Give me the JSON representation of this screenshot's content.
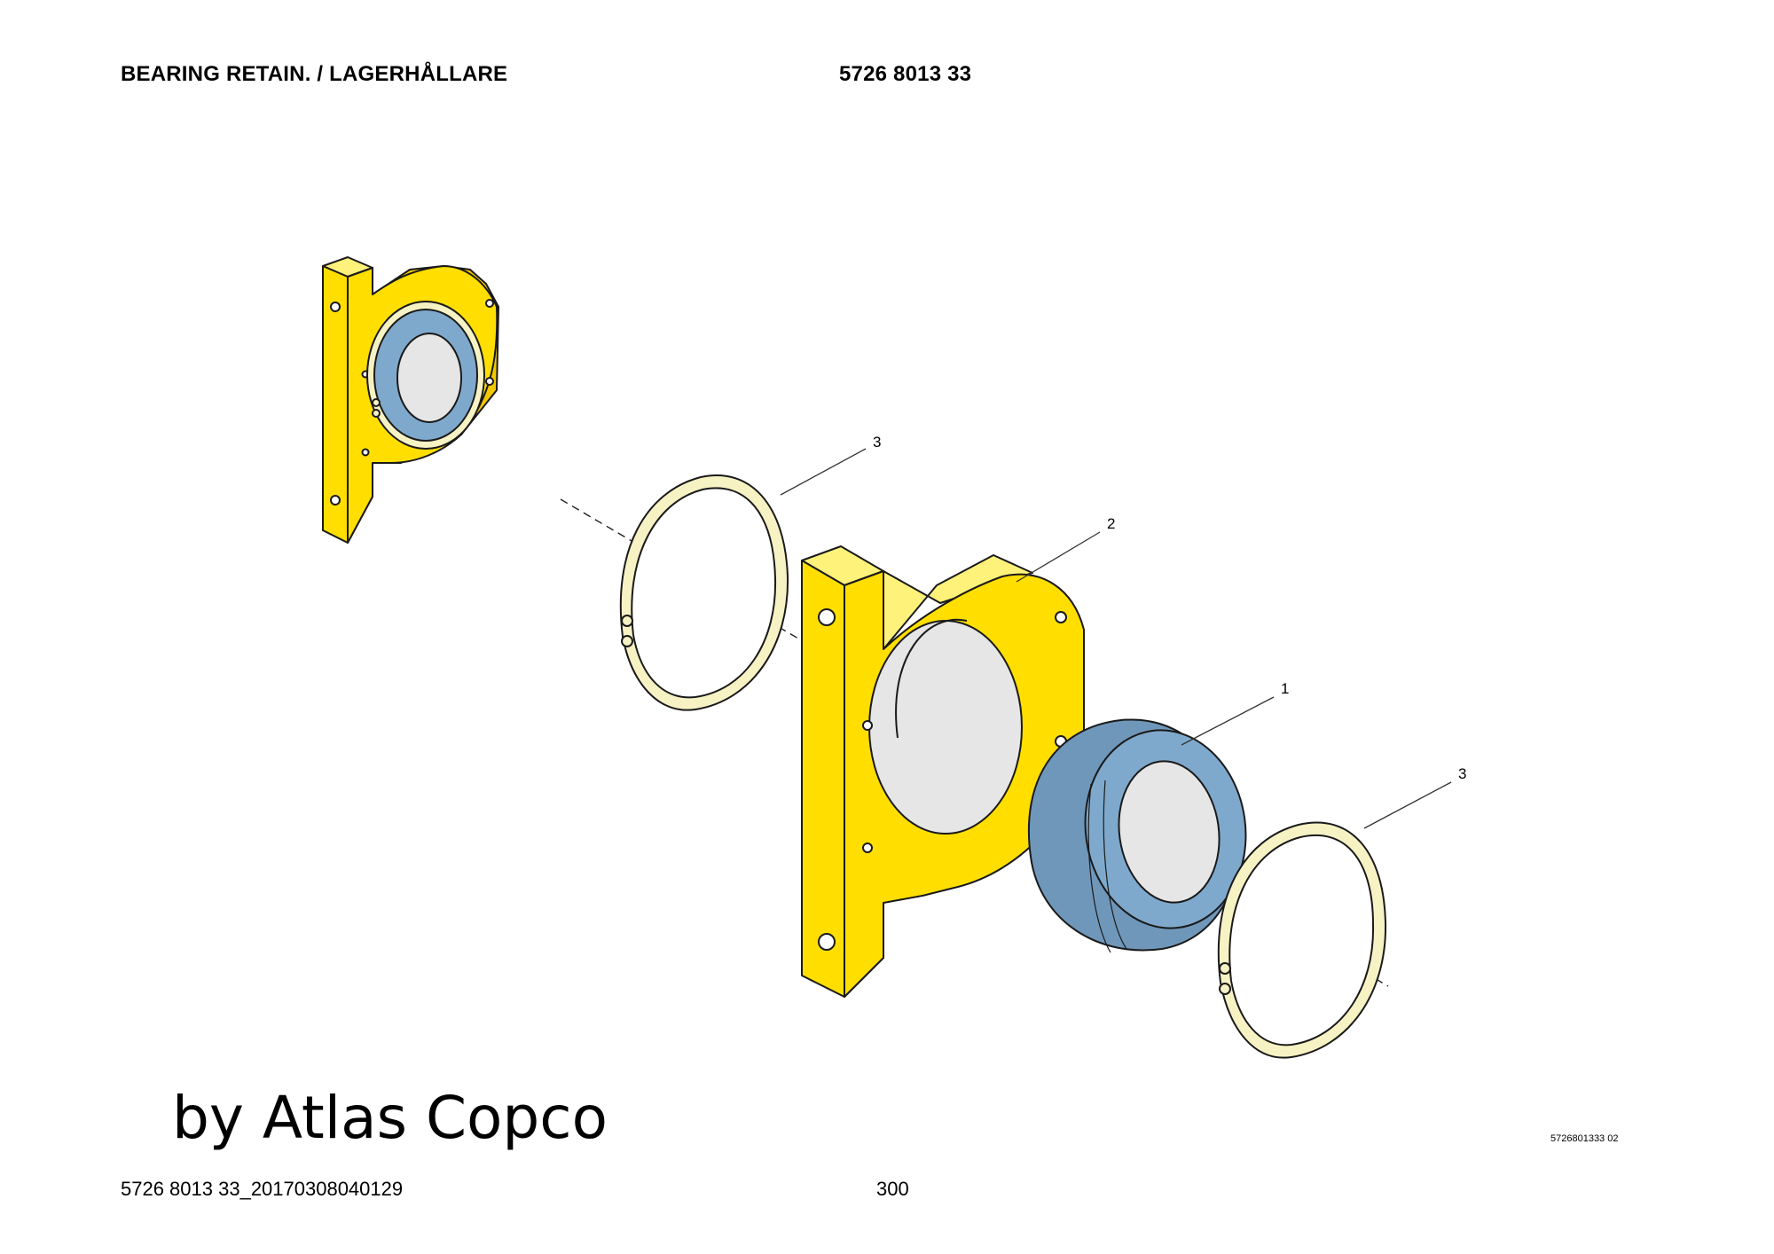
{
  "header": {
    "title": "BEARING RETAIN. / LAGERHÅLLARE",
    "part_number": "5726 8013 33"
  },
  "callouts": [
    "3",
    "2",
    "1",
    "3"
  ],
  "brand_text": "by Atlas Copco",
  "footer": {
    "doc_id": "5726 8013 33_20170308040129",
    "page_number": "300",
    "figure_code": "5726801333 02"
  },
  "colors": {
    "housing": "#ffde00",
    "bearing": "#7fa9cc",
    "ring": "#f6f2c4",
    "bore": "#e6e6e6",
    "outline": "#1a1a1a"
  }
}
